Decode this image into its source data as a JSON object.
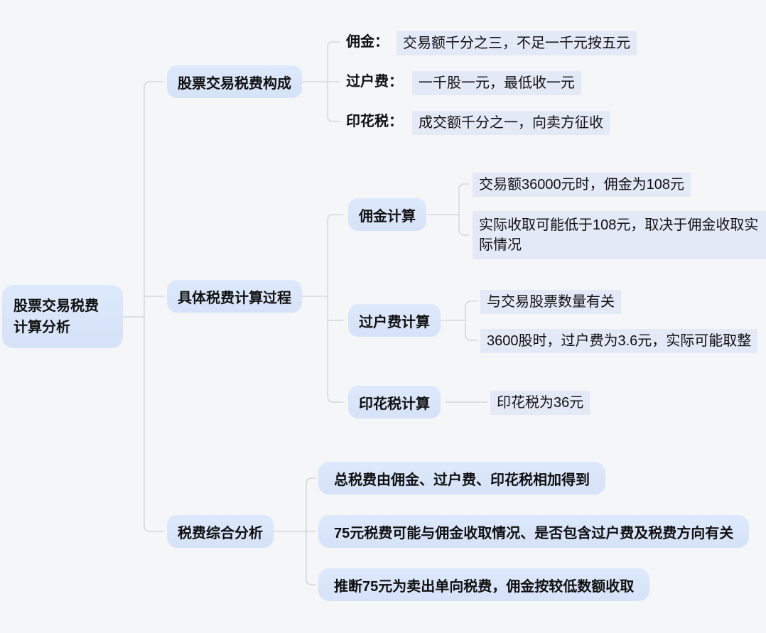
{
  "root": {
    "label": "股票交易税费计算分析"
  },
  "branches": [
    {
      "label": "股票交易税费构成",
      "items": [
        {
          "label": "佣金：",
          "value": "交易额千分之三，不足一千元按五元"
        },
        {
          "label": "过户费：",
          "value": "一千股一元，最低收一元"
        },
        {
          "label": "印花税：",
          "value": "成交额千分之一，向卖方征收"
        }
      ]
    },
    {
      "label": "具体税费计算过程",
      "children": [
        {
          "label": "佣金计算",
          "leaves": [
            "交易额36000元时，佣金为108元",
            "实际收取可能低于108元，取决于佣金收取实际情况"
          ]
        },
        {
          "label": "过户费计算",
          "leaves": [
            "与交易股票数量有关",
            "3600股时，过户费为3.6元，实际可能取整"
          ]
        },
        {
          "label": "印花税计算",
          "leaves": [
            "印花税为36元"
          ]
        }
      ]
    },
    {
      "label": "税费综合分析",
      "conclusions": [
        "总税费由佣金、过户费、印花税相加得到",
        "75元税费可能与佣金收取情况、是否包含过户费及税费方向有关",
        "推断75元为卖出单向税费，佣金按较低数额收取"
      ]
    }
  ],
  "colors": {
    "background": "#f5f6f8",
    "node_fill": "#d9e5f9",
    "leaf_highlight": "#e4e9f7",
    "text": "#101010",
    "connector": "#d3d7dd"
  }
}
